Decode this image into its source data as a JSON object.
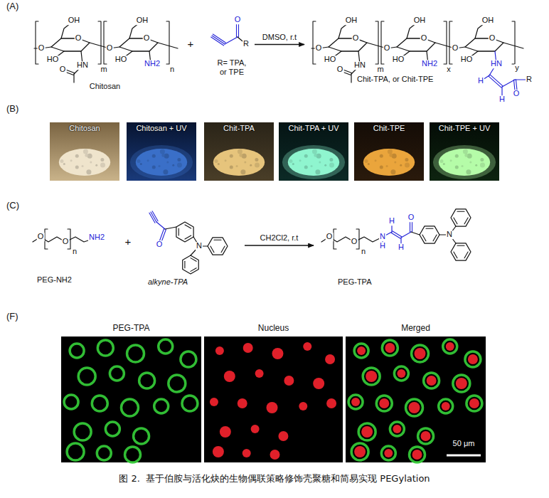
{
  "diagram": {
    "caption": "图 2.  基于伯胺与活化炔的生物偶联策略修饰壳聚糖和简易实现 PEGylation",
    "nodes": [
      {
        "text": [
          "Chitosan"
        ]
      },
      {
        "text": [
          "R= TPA, or TPE"
        ]
      },
      {
        "text": [
          "Chit-TPA, or Chit-TPE"
        ]
      },
      {
        "text": [
          "Chitosan"
        ]
      },
      {
        "text": [
          "Chitosan + UV"
        ]
      },
      {
        "text": [
          "Chit-TPA"
        ]
      },
      {
        "text": [
          "Chit-TPA + UV"
        ]
      },
      {
        "text": [
          "Chit-TPE"
        ]
      },
      {
        "text": [
          "Chit-TPE + UV"
        ]
      },
      {
        "text": [
          "PEG-NH2"
        ]
      },
      {
        "text": [
          "alkyne-TPA"
        ]
      },
      {
        "text": [
          "PEG-TPA"
        ]
      },
      {
        "text": [
          "PEG-TPA"
        ]
      },
      {
        "text": [
          "Nucleus"
        ]
      },
      {
        "text": [
          "Merged"
        ]
      }
    ],
    "edges": [
      {
        "from": 1,
        "to": 2,
        "arrow": "to",
        "label": "DMSO, r.t"
      },
      {
        "from": 10,
        "to": 11,
        "arrow": "to",
        "label": "CH2Cl2, r.t"
      }
    ],
    "labels": [
      "(A)",
      "OH",
      "OH",
      "O",
      "O",
      "HO",
      "HN",
      "O",
      "m",
      "O",
      "O",
      "HO",
      "NH2",
      "n",
      "+",
      "O",
      "R",
      "OH",
      "OH",
      "OH",
      "O",
      "O",
      "HO",
      "HN",
      "O",
      "m",
      "O",
      "O",
      "HO",
      "NH2",
      "x",
      "O",
      "O",
      "HO",
      "HN",
      "H",
      "H",
      "R",
      "O",
      "y",
      "(B)",
      "(C)",
      "O",
      "O",
      "n",
      "NH2",
      "+",
      "O",
      "N",
      "O",
      "O",
      "n",
      "N",
      "H",
      "H",
      "H",
      "O",
      "N",
      "(F)",
      "50 μm"
    ]
  }
}
